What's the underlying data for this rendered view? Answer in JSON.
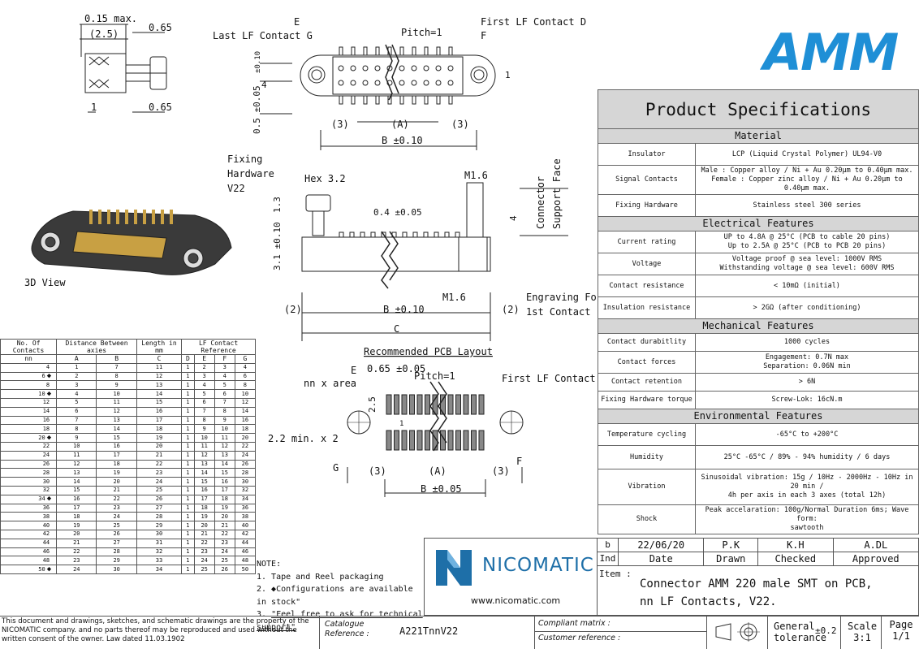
{
  "drawing": {
    "top_side": {
      "d015": "0.15 max.",
      "d25": "(2.5)",
      "d065a": "0.65",
      "d1": "1",
      "d065b": "0.65"
    },
    "top_front": {
      "e": "E",
      "last_lf": "Last LF Contact G",
      "pitch": "Pitch=1",
      "first_lf": "First LF Contact D",
      "f": "F",
      "h010": "±0.10",
      "h4": "4",
      "h05": "0.5 ±0.05",
      "h1": "1",
      "d3a": "(3)",
      "dA": "(A)",
      "d3b": "(3)",
      "dB": "B ±0.10"
    },
    "fix": {
      "fixing": "Fixing",
      "hardware": "Hardware",
      "v22": "V22",
      "hex": "Hex 3.2",
      "m16a": "M1.6",
      "conn": "Connector",
      "support": "Support Face",
      "d13": "1.3",
      "d04": "0.4 ±0.05",
      "d4": "4",
      "d31": "3.1 ±0.10",
      "m16b": "M1.6",
      "engr": "Engraving For",
      "first": "1st Contact",
      "d2a": "(2)",
      "dB": "B ±0.10",
      "d2b": "(2)",
      "dC": "C"
    },
    "view3d": "3D View",
    "pcb": {
      "title": "Recommended PCB Layout",
      "e": "E",
      "d065": "0.65 ±0.05",
      "pitch": "Pitch=1",
      "first": "First LF Contact D",
      "area": "nn x area",
      "d25": "2.5",
      "d22": "2.2 min. x 2",
      "g": "G",
      "f": "F",
      "d3a": "(3)",
      "dA": "(A)",
      "d3b": "(3)",
      "dB": "B ±0.05",
      "h1": "1"
    }
  },
  "table": {
    "headers": [
      "No. Of Contacts",
      "Distance Between axies",
      "Length in mm",
      "LF Contact Reference"
    ],
    "sub": [
      "nn",
      "A",
      "B",
      "C",
      "D",
      "E",
      "F",
      "G"
    ],
    "rows": [
      [
        "4",
        "",
        "1",
        "7",
        "11",
        "1",
        "2",
        "3",
        "4"
      ],
      [
        "6",
        "◆",
        "2",
        "8",
        "12",
        "1",
        "3",
        "4",
        "6"
      ],
      [
        "8",
        "",
        "3",
        "9",
        "13",
        "1",
        "4",
        "5",
        "8"
      ],
      [
        "10",
        "◆",
        "4",
        "10",
        "14",
        "1",
        "5",
        "6",
        "10"
      ],
      [
        "12",
        "",
        "5",
        "11",
        "15",
        "1",
        "6",
        "7",
        "12"
      ],
      [
        "14",
        "",
        "6",
        "12",
        "16",
        "1",
        "7",
        "8",
        "14"
      ],
      [
        "16",
        "",
        "7",
        "13",
        "17",
        "1",
        "8",
        "9",
        "16"
      ],
      [
        "18",
        "",
        "8",
        "14",
        "18",
        "1",
        "9",
        "10",
        "18"
      ],
      [
        "20",
        "◆",
        "9",
        "15",
        "19",
        "1",
        "10",
        "11",
        "20"
      ],
      [
        "22",
        "",
        "10",
        "16",
        "20",
        "1",
        "11",
        "12",
        "22"
      ],
      [
        "24",
        "",
        "11",
        "17",
        "21",
        "1",
        "12",
        "13",
        "24"
      ],
      [
        "26",
        "",
        "12",
        "18",
        "22",
        "1",
        "13",
        "14",
        "26"
      ],
      [
        "28",
        "",
        "13",
        "19",
        "23",
        "1",
        "14",
        "15",
        "28"
      ],
      [
        "30",
        "",
        "14",
        "20",
        "24",
        "1",
        "15",
        "16",
        "30"
      ],
      [
        "32",
        "",
        "15",
        "21",
        "25",
        "1",
        "16",
        "17",
        "32"
      ],
      [
        "34",
        "◆",
        "16",
        "22",
        "26",
        "1",
        "17",
        "18",
        "34"
      ],
      [
        "36",
        "",
        "17",
        "23",
        "27",
        "1",
        "18",
        "19",
        "36"
      ],
      [
        "38",
        "",
        "18",
        "24",
        "28",
        "1",
        "19",
        "20",
        "38"
      ],
      [
        "40",
        "",
        "19",
        "25",
        "29",
        "1",
        "20",
        "21",
        "40"
      ],
      [
        "42",
        "",
        "20",
        "26",
        "30",
        "1",
        "21",
        "22",
        "42"
      ],
      [
        "44",
        "",
        "21",
        "27",
        "31",
        "1",
        "22",
        "23",
        "44"
      ],
      [
        "46",
        "",
        "22",
        "28",
        "32",
        "1",
        "23",
        "24",
        "46"
      ],
      [
        "48",
        "",
        "23",
        "29",
        "33",
        "1",
        "24",
        "25",
        "48"
      ],
      [
        "50",
        "◆",
        "24",
        "30",
        "34",
        "1",
        "25",
        "26",
        "50"
      ]
    ]
  },
  "notes": {
    "title": "NOTE:",
    "n1": "1. Tape and Reel packaging",
    "n2": "2.  ◆Configurations are available in stock\"",
    "n3_prefix": "3. ",
    "n3": "\"Feel free to ask for technical support\""
  },
  "logo": "AMM",
  "spec": {
    "title": "Product Specifications",
    "material": "Material",
    "insulator_k": "Insulator",
    "insulator_v": "LCP (Liquid Crystal Polymer) UL94-V0",
    "signal_k": "Signal Contacts",
    "signal_v1": "Male : Copper alloy / Ni + Au 0.20µm to 0.40µm max.",
    "signal_v2": "Female : Copper zinc alloy / Ni + Au 0.20µm to 0.40µm max.",
    "fixhw_k": "Fixing Hardware",
    "fixhw_v": "Stainless steel 300 series",
    "electrical": "Electrical Features",
    "current_k": "Current rating",
    "current_v1": "UP to 4.8A @ 25°C (PCB to cable 20 pins)",
    "current_v2": "Up to 2.5A @ 25°C (PCB to PCB 20 pins)",
    "voltage_k": "Voltage",
    "voltage_v1": "Voltage proof @ sea level: 1000V RMS",
    "voltage_v2": "Withstanding voltage @ sea level: 600V RMS",
    "contres_k": "Contact resistance",
    "contres_v": "< 10mΩ (initial)",
    "insres_k": "Insulation resistance",
    "insres_v": "> 2GΩ (after conditioning)",
    "mechanical": "Mechanical Features",
    "dur_k": "Contact durabitlity",
    "dur_v": "1000 cycles",
    "force_k": "Contact forces",
    "force_v1": "Engagement: 0.7N max",
    "force_v2": "Separation: 0.06N min",
    "ret_k": "Contact retention",
    "ret_v": "> 6N",
    "torque_k": "Fixing Hardware torque",
    "torque_v": "Screw-Lok: 16cN.m",
    "environmental": "Environmental Features",
    "temp_k": "Temperature cycling",
    "temp_v": "-65°C to +200°C",
    "hum_k": "Humidity",
    "hum_v": "25°C -65°C / 89% - 94% humidity / 6 days",
    "vib_k": "Vibration",
    "vib_v1": "Sinusoidal vibration: 15g / 10Hz - 2000Hz - 10Hz in 20 min /",
    "vib_v2": "4h per axis in each 3 axes (total 12h)",
    "shock_k": "Shock",
    "shock_v1": "Peak accelaration: 100g/Normal Duration 6ms; Wave form:",
    "shock_v2": "sawtooth"
  },
  "titleblock": {
    "rev": "b",
    "date": "22/06/20",
    "drawn": "P.K",
    "checked": "K.H",
    "approved": "A.DL",
    "ind": "Ind",
    "date_l": "Date",
    "drawn_l": "Drawn",
    "checked_l": "Checked",
    "approved_l": "Approved",
    "item_l": "Item :",
    "item1": "Connector AMM 220 male SMT on PCB,",
    "item2": "nn LF Contacts, V22.",
    "nicomatic": "NICOMATIC",
    "url": "www.nicomatic.com",
    "legal": "This document and drawings, sketches, and schematic drawings are the property of the NICOMATIC company. and no parts thereof may be reproduced and used without the written consent of the owner. Law dated 11.03.1902",
    "cat1": "Catalogue",
    "cat2": "Reference :",
    "cat_ref": "A221TnnV22",
    "compliant": "Compliant matrix :",
    "customer": "Customer reference :",
    "general": "General",
    "tolerance": "tolerance",
    "tol": "±0.2",
    "scale_l": "Scale",
    "scale": "3:1",
    "page_l": "Page",
    "page": "1/1"
  }
}
